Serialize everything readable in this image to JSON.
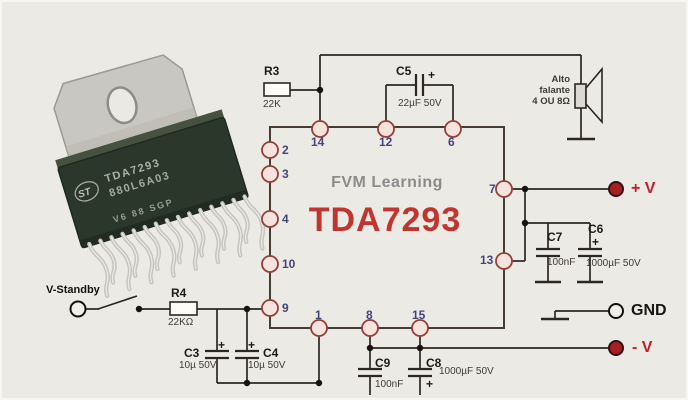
{
  "title_block": {
    "brand": "FVM Learning",
    "part": "TDA7293"
  },
  "chip_photo": {
    "marking1": "TDA7293",
    "marking2": "880L6A03",
    "marking3": "V6 88 SGP",
    "logo": "ST"
  },
  "pins": {
    "left": [
      "2",
      "3",
      "4",
      "10",
      "9"
    ],
    "top": [
      "14",
      "12",
      "6"
    ],
    "right": [
      "7",
      "13"
    ],
    "bottom": [
      "1",
      "8",
      "15"
    ]
  },
  "components": {
    "r3": {
      "ref": "R3",
      "value": "22K"
    },
    "r4": {
      "ref": "R4",
      "value": "22KΩ"
    },
    "c3": {
      "ref": "C3",
      "value": "10µ 50V",
      "plus": "+"
    },
    "c4": {
      "ref": "C4",
      "value": "10µ 50V",
      "plus": "+"
    },
    "c5": {
      "ref": "C5",
      "value": "22µF 50V",
      "plus": "+"
    },
    "c6": {
      "ref": "C6",
      "value": "1000µF 50V",
      "plus": "+"
    },
    "c7": {
      "ref": "C7",
      "value": "100nF"
    },
    "c8": {
      "ref": "C8",
      "value": "1000µF 50V",
      "plus": "+"
    },
    "c9": {
      "ref": "C9",
      "value": "100nF"
    },
    "speaker": {
      "line1": "Alto",
      "line2": "falante",
      "line3": "4 OU 8Ω"
    }
  },
  "terminals": {
    "standby": "V-Standby",
    "vplus": "+ V",
    "gnd": "GND",
    "vminus": "- V"
  },
  "colors": {
    "accent_red": "#c23430",
    "pin_number_blue": "#45457e",
    "terminal_red": "#a81f22",
    "wire": "#2b2723"
  }
}
